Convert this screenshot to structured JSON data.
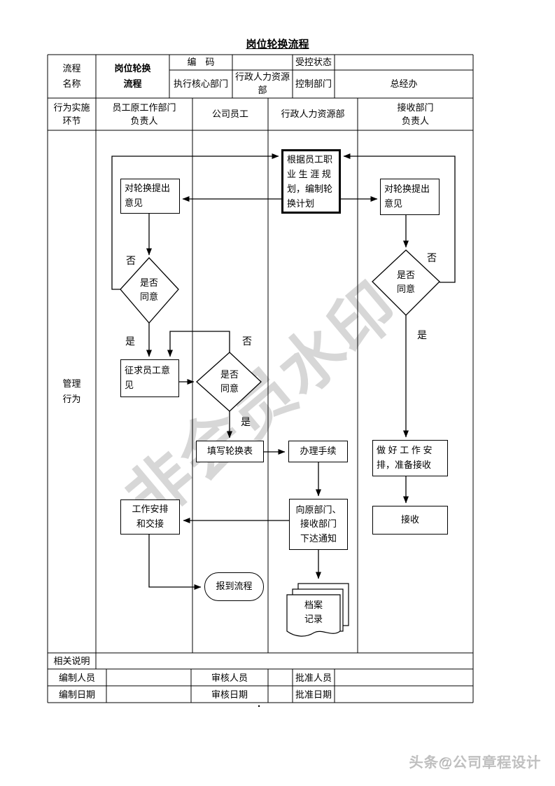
{
  "page": {
    "title": "岗位轮换流程",
    "trailing_period": ".",
    "credit": "头条@公司章程设计",
    "watermark": "非会员水印"
  },
  "header": {
    "process_name_label": "流程\n名称",
    "process_name_value": "岗位轮换\n流程",
    "code_label": "编　码",
    "code_value": "",
    "controlled_status_label": "受控状态",
    "controlled_status_value": "",
    "exec_core_dept_label": "执行核心部门",
    "exec_core_dept_value": "行政人力资源\n部",
    "control_dept_label": "控制部门",
    "control_dept_value": "总经办"
  },
  "lanes": {
    "row_label": "行为实施\n环节",
    "columns": [
      "员工原工作部门\n负责人",
      "公司员工",
      "行政人力资源部",
      "接收部门\n负责人"
    ]
  },
  "body_row_label": "管理\n行为",
  "flow": {
    "start": "根据员工职\n业 生 涯 规\n划，编制轮\n换计划",
    "left_opinion": "对轮换提出\n意见",
    "left_decision": "是否\n同意",
    "consult": "征求员工意\n见",
    "mid_decision": "是否\n同意",
    "fill_form": "填写轮换表",
    "handle_procedure": "办理手续",
    "notify": "向原部门、\n接收部门\n下达通知",
    "handover": "工作安排\n和交接",
    "report": "报到流程",
    "archive": "档案\n记录",
    "right_opinion": "对轮换提出\n意见",
    "right_decision": "是否\n同意",
    "prepare": "做 好 工 作 安\n排，准备接收",
    "receive": "接收",
    "yes": "是",
    "no": "否"
  },
  "footer": {
    "notes_label": "相关说明",
    "notes_value": "",
    "maker_label": "编制人员",
    "maker_value": "",
    "reviewer_label": "审核人员",
    "reviewer_value": "",
    "approver_label": "批准人员",
    "approver_value": "",
    "maker_date_label": "编制日期",
    "maker_date_value": "",
    "review_date_label": "审核日期",
    "review_date_value": "",
    "approve_date_label": "批准日期",
    "approve_date_value": ""
  },
  "colors": {
    "line": "#000000",
    "watermark": "#969696",
    "credit": "#bfbfbf"
  }
}
